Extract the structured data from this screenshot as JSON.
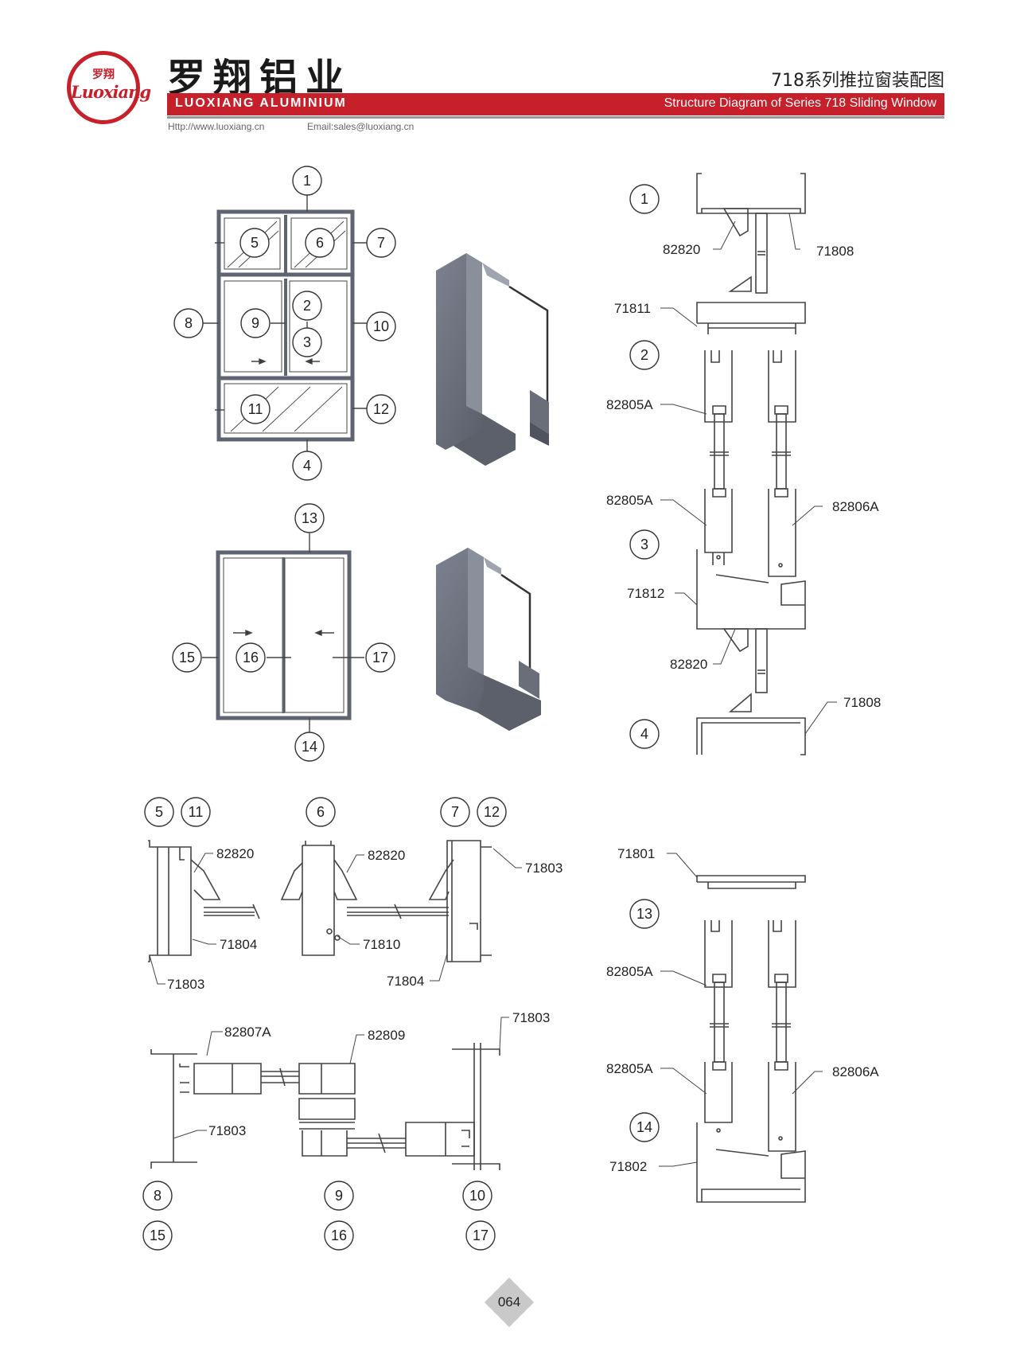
{
  "header": {
    "logo_cn": "罗翔",
    "logo_en": "Luoxiang",
    "brand_cn": "罗翔铝业",
    "brand_en": "LUOXIANG ALUMINIUM",
    "series_cn": "718系列推拉窗装配图",
    "series_en": "Structure Diagram of Series 718 Sliding Window",
    "website": "Http://www.luoxiang.cn",
    "email": "Email:sales@luoxiang.cn"
  },
  "colors": {
    "brand_red": "#c8202a",
    "frame_gray": "#5f6470"
  },
  "callouts": {
    "c1": "1",
    "c2": "2",
    "c3": "3",
    "c4": "4",
    "c5": "5",
    "c6": "6",
    "c7": "7",
    "c8": "8",
    "c9": "9",
    "c10": "10",
    "c11": "11",
    "c12": "12",
    "c13": "13",
    "c14": "14",
    "c15": "15",
    "c16": "16",
    "c17": "17"
  },
  "parts": {
    "p82820": "82820",
    "p71808": "71808",
    "p71811": "71811",
    "p82805A": "82805A",
    "p82806A": "82806A",
    "p71812": "71812",
    "p71801": "71801",
    "p71802": "71802",
    "p71803": "71803",
    "p71804": "71804",
    "p71810": "71810",
    "p82807A": "82807A",
    "p82809": "82809"
  },
  "page_number": "064"
}
